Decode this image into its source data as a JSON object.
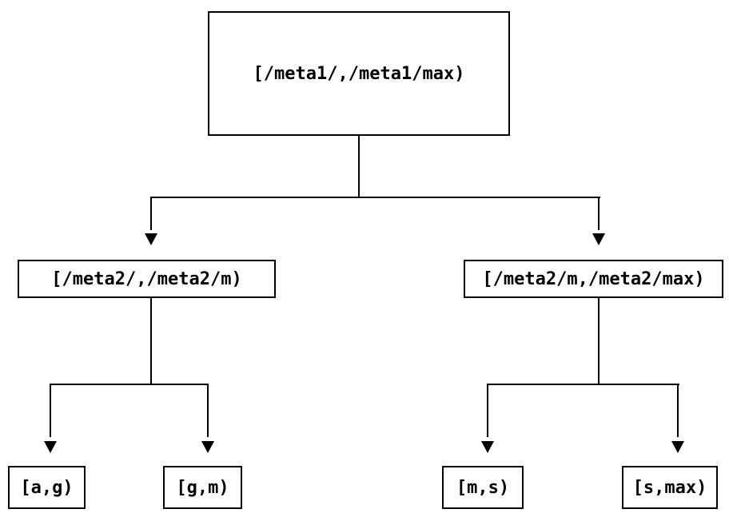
{
  "diagram": {
    "type": "tree",
    "colors": {
      "background": "#ffffff",
      "line": "#000000",
      "box_border": "#000000",
      "text": "#000000"
    },
    "nodes": {
      "root": "[/meta1/,/meta1/max)",
      "level2_left": "[/meta2/,/meta2/m)",
      "level2_right": "[/meta2/m,/meta2/max)",
      "leaf_ag": "[a,g)",
      "leaf_gm": "[g,m)",
      "leaf_ms": "[m,s)",
      "leaf_smax": "[s,max)"
    },
    "edges": [
      {
        "from": "root",
        "to": "level2_left"
      },
      {
        "from": "root",
        "to": "level2_right"
      },
      {
        "from": "level2_left",
        "to": "leaf_ag"
      },
      {
        "from": "level2_left",
        "to": "leaf_gm"
      },
      {
        "from": "level2_right",
        "to": "leaf_ms"
      },
      {
        "from": "level2_right",
        "to": "leaf_smax"
      }
    ]
  }
}
